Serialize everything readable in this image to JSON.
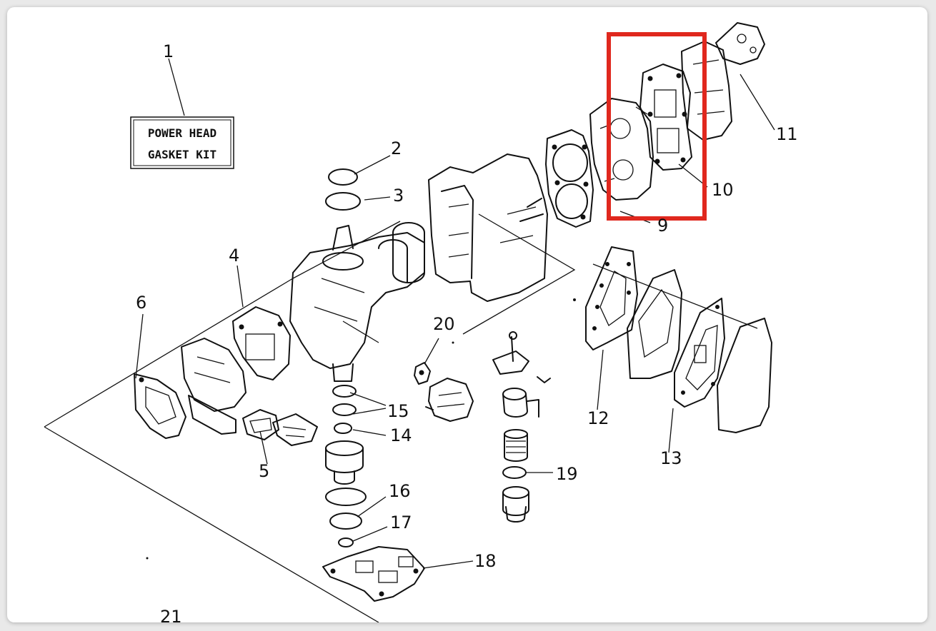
{
  "kit_box": {
    "line1": "POWER HEAD",
    "line2": "GASKET KIT"
  },
  "callouts": [
    {
      "id": "1",
      "text": "1"
    },
    {
      "id": "2",
      "text": "2"
    },
    {
      "id": "3",
      "text": "3"
    },
    {
      "id": "4",
      "text": "4"
    },
    {
      "id": "5",
      "text": "5"
    },
    {
      "id": "6",
      "text": "6"
    },
    {
      "id": "9",
      "text": "9"
    },
    {
      "id": "10",
      "text": "10"
    },
    {
      "id": "11",
      "text": "11"
    },
    {
      "id": "12",
      "text": "12"
    },
    {
      "id": "13",
      "text": "13"
    },
    {
      "id": "14",
      "text": "14"
    },
    {
      "id": "15",
      "text": "15"
    },
    {
      "id": "16",
      "text": "16"
    },
    {
      "id": "17",
      "text": "17"
    },
    {
      "id": "18",
      "text": "18"
    },
    {
      "id": "19",
      "text": "19"
    },
    {
      "id": "20",
      "text": "20"
    },
    {
      "id": "21",
      "text": "21"
    }
  ],
  "highlight": {
    "target_part": "10",
    "color": "#e0281e"
  }
}
